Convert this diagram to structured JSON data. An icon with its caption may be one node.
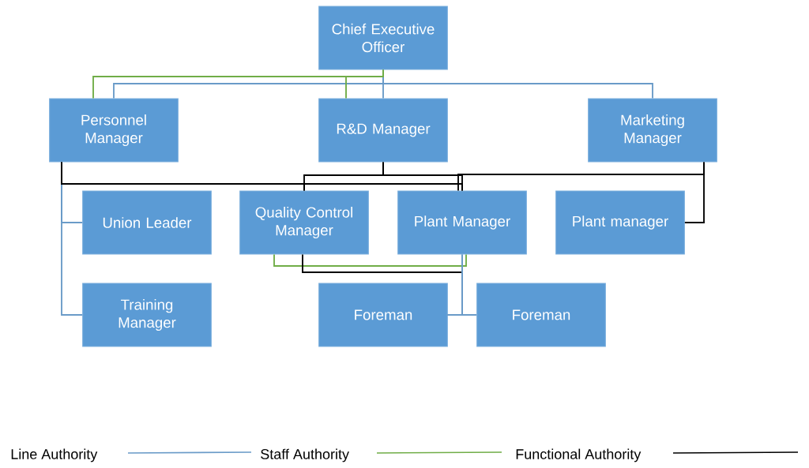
{
  "diagram": {
    "nodes": [
      {
        "text": [
          "Chief Executive Officer"
        ]
      },
      {
        "text": [
          "Personnel Manager"
        ]
      },
      {
        "text": [
          "R&D Manager"
        ]
      },
      {
        "text": [
          "Marketing Manager"
        ]
      },
      {
        "text": [
          "Union Leader"
        ]
      },
      {
        "text": [
          "Quality Control Manager"
        ]
      },
      {
        "text": [
          "Plant Manager"
        ]
      },
      {
        "text": [
          "Plant manager"
        ]
      },
      {
        "text": [
          "Training Manager"
        ]
      },
      {
        "text": [
          "Foreman"
        ]
      },
      {
        "text": [
          "Foreman"
        ]
      }
    ],
    "edges": [
      {
        "from": 0,
        "to": 1,
        "arrow": "none",
        "color": "#6a9bc8"
      },
      {
        "from": 0,
        "to": 2,
        "arrow": "none",
        "color": "#6a9bc8"
      },
      {
        "from": 0,
        "to": 3,
        "arrow": "none",
        "color": "#6a9bc8"
      },
      {
        "from": 0,
        "to": 1,
        "arrow": "none",
        "color": "#70ad47"
      },
      {
        "from": 0,
        "to": 2,
        "arrow": "none",
        "color": "#70ad47"
      },
      {
        "from": 1,
        "to": 4,
        "arrow": "none",
        "color": "#6a9bc8"
      },
      {
        "from": 1,
        "to": 8,
        "arrow": "none",
        "color": "#6a9bc8"
      },
      {
        "from": 2,
        "to": 5,
        "arrow": "none",
        "color": "#000000"
      },
      {
        "from": 2,
        "to": 6,
        "arrow": "none",
        "color": "#000000"
      },
      {
        "from": 1,
        "to": 5,
        "arrow": "none",
        "color": "#000000"
      },
      {
        "from": 1,
        "to": 6,
        "arrow": "none",
        "color": "#000000"
      },
      {
        "from": 3,
        "to": 6,
        "arrow": "none",
        "color": "#000000"
      },
      {
        "from": 3,
        "to": 7,
        "arrow": "none",
        "color": "#000000"
      },
      {
        "from": 5,
        "to": 6,
        "arrow": "none",
        "color": "#70ad47"
      },
      {
        "from": 5,
        "to": 9,
        "arrow": "none",
        "color": "#000000"
      },
      {
        "from": 6,
        "to": 9,
        "arrow": "none",
        "color": "#6a9bc8"
      },
      {
        "from": 6,
        "to": 10,
        "arrow": "none",
        "color": "#6a9bc8"
      }
    ],
    "legend": [
      {
        "text": "Line Authority"
      },
      {
        "text": "Staff Authority"
      },
      {
        "text": "Functional Authority"
      }
    ]
  }
}
